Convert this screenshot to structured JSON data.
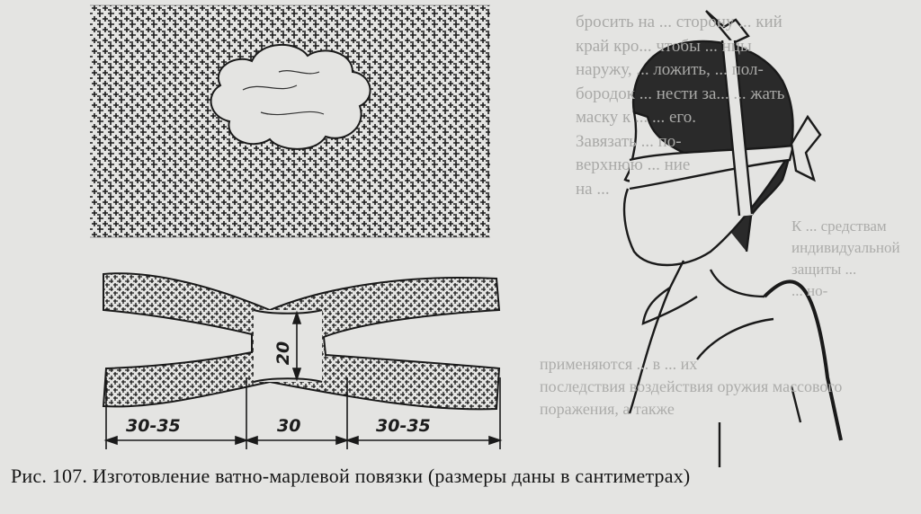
{
  "bleed_through_text": {
    "top_lines": [
      "бросить на ... сторону ... кий",
      "край кро... чтобы ... нцы",
      "наружу, ... ложить, ... пол-",
      "бородок ... нести за... ... жать",
      "маску к ... ... его.",
      "Завязать ... по-",
      "верхнюю ... ние",
      "на ..."
    ],
    "side_lines": [
      "К ... средствам индивидуальной",
      "защиты ...",
      "... но-"
    ],
    "bottom_lines": [
      "применяются ... в ... их",
      "последствия воздействия оружия массового поражения, а также"
    ]
  },
  "figure": {
    "dimensions": {
      "left": "30-35",
      "center": "30",
      "right": "30-35",
      "height": "20"
    },
    "caption": "Рис. 107. Изготовление ватно-марлевой повязки (размеры даны в сантиметрах)"
  }
}
